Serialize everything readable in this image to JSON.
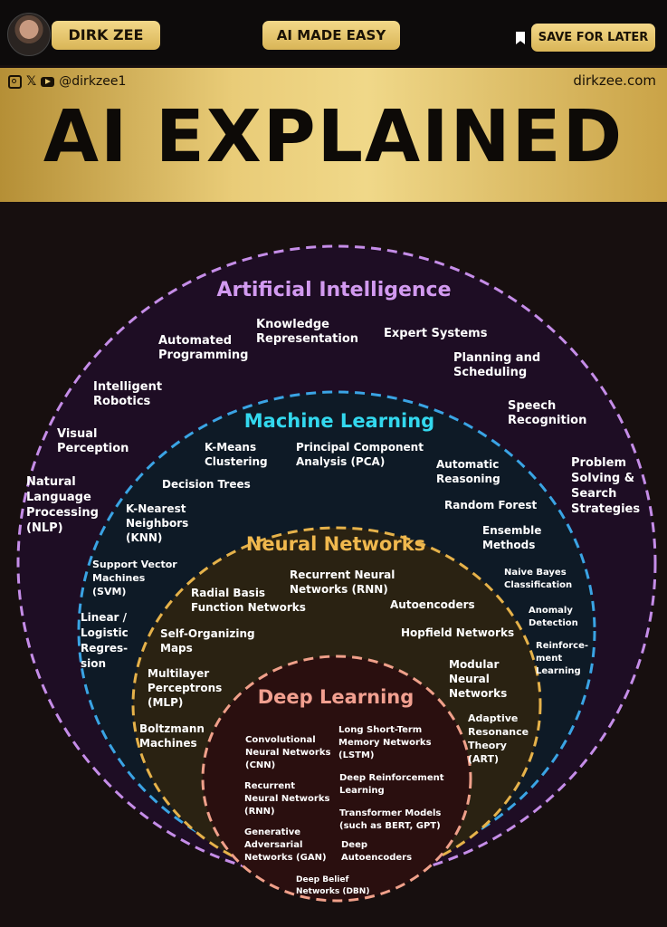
{
  "header": {
    "author": "DIRK ZEE",
    "tagline": "AI MADE EASY",
    "save_label": "SAVE FOR LATER",
    "handle": "@dirkzee1",
    "website": "dirkzee.com",
    "title": "AI EXPLAINED"
  },
  "colors": {
    "gold": "#e9cc78",
    "ai_ring": "#c58de8",
    "ml_ring": "#3aa4e4",
    "nn_ring": "#e6b24a",
    "dl_ring": "#f0a08a",
    "ai_label": "#d29af0",
    "ml_label": "#33d8ee",
    "nn_label": "#f0b84e",
    "dl_label": "#f2a090"
  },
  "icons": [
    "instagram-icon",
    "x-icon",
    "youtube-icon",
    "bookmark-icon"
  ],
  "rings": {
    "ai": {
      "title": "Artificial Intelligence",
      "items": [
        [
          "Automated",
          "Programming"
        ],
        [
          "Knowledge",
          "Representation"
        ],
        [
          "Expert Systems"
        ],
        [
          "Planning and",
          "Scheduling"
        ],
        [
          "Intelligent",
          "Robotics"
        ],
        [
          "Speech",
          "Recognition"
        ],
        [
          "Visual",
          "Perception"
        ],
        [
          "Problem",
          "Solving &",
          "Search",
          "Strategies"
        ],
        [
          "Natural",
          "Language",
          "Processing",
          "(NLP)"
        ]
      ]
    },
    "ml": {
      "title": "Machine Learning",
      "items": [
        [
          "K-Means",
          "Clustering"
        ],
        [
          "Principal Component",
          "Analysis (PCA)"
        ],
        [
          "Automatic",
          "Reasoning"
        ],
        [
          "Decision Trees"
        ],
        [
          "Random Forest"
        ],
        [
          "K-Nearest",
          "Neighbors",
          "(KNN)"
        ],
        [
          "Ensemble",
          "Methods"
        ],
        [
          "Support Vector",
          "Machines",
          "(SVM)"
        ],
        [
          "Naive Bayes",
          "Classification"
        ],
        [
          "Anomaly",
          "Detection"
        ],
        [
          "Linear /",
          "Logistic",
          "Regres-",
          "sion"
        ],
        [
          "Reinforce-",
          "ment",
          "Learning"
        ]
      ]
    },
    "nn": {
      "title": "Neural Networks",
      "items": [
        [
          "Recurrent Neural",
          "Networks (RNN)"
        ],
        [
          "Radial Basis",
          "Function Networks"
        ],
        [
          "Autoencoders"
        ],
        [
          "Self-Organizing",
          "Maps"
        ],
        [
          "Hopfield Networks"
        ],
        [
          "Multilayer",
          "Perceptrons",
          "(MLP)"
        ],
        [
          "Modular",
          "Neural",
          "Networks"
        ],
        [
          "Boltzmann",
          "Machines"
        ],
        [
          "Adaptive",
          "Resonance",
          "Theory",
          "(ART)"
        ]
      ]
    },
    "dl": {
      "title": "Deep Learning",
      "items": [
        [
          "Convolutional",
          "Neural Networks",
          "(CNN)"
        ],
        [
          "Long Short-Term",
          "Memory Networks",
          "(LSTM)"
        ],
        [
          "Deep Reinforcement",
          "Learning"
        ],
        [
          "Recurrent",
          "Neural Networks",
          "(RNN)"
        ],
        [
          "Transformer Models",
          "(such as BERT, GPT)"
        ],
        [
          "Generative",
          "Adversarial",
          "Networks (GAN)"
        ],
        [
          "Deep",
          "Autoencoders"
        ],
        [
          "Deep Belief",
          "Networks (DBN)"
        ]
      ]
    }
  }
}
